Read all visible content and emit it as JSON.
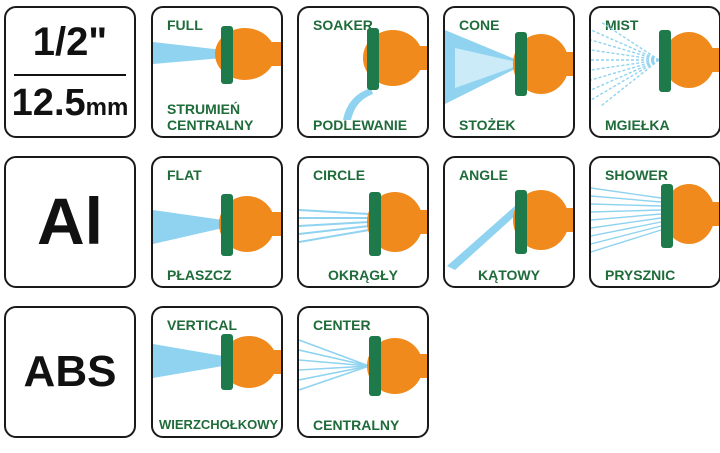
{
  "spec_tiles": {
    "size": {
      "fraction": "1/2\"",
      "mm_value": "12.5",
      "mm_unit": "mm"
    },
    "material_1": "Al",
    "material_2": "ABS"
  },
  "modes": [
    {
      "en": "FULL",
      "pl": [
        "STRUMIEŃ",
        "CENTRALNY"
      ]
    },
    {
      "en": "SOAKER",
      "pl": [
        "PODLEWANIE"
      ]
    },
    {
      "en": "CONE",
      "pl": [
        "STOŻEK"
      ]
    },
    {
      "en": "MIST",
      "pl": [
        "MGIEŁKA"
      ]
    },
    {
      "en": "FLAT",
      "pl": [
        "PŁASZCZ"
      ]
    },
    {
      "en": "CIRCLE",
      "pl": [
        "OKRĄGŁY"
      ]
    },
    {
      "en": "ANGLE",
      "pl": [
        "KĄTOWY"
      ]
    },
    {
      "en": "SHOWER",
      "pl": [
        "PRYSZNIC"
      ]
    },
    {
      "en": "VERTICAL",
      "pl": [
        "WIERZCHOŁKOWY"
      ]
    },
    {
      "en": "CENTER",
      "pl": [
        "CENTRALNY"
      ]
    }
  ],
  "colors": {
    "label_green": "#1f6b3a",
    "nozzle_orange": "#f08a1c",
    "nozzle_green": "#1e7a4a",
    "spray_blue": "#8fd3f0",
    "border": "#1a1a1a"
  }
}
